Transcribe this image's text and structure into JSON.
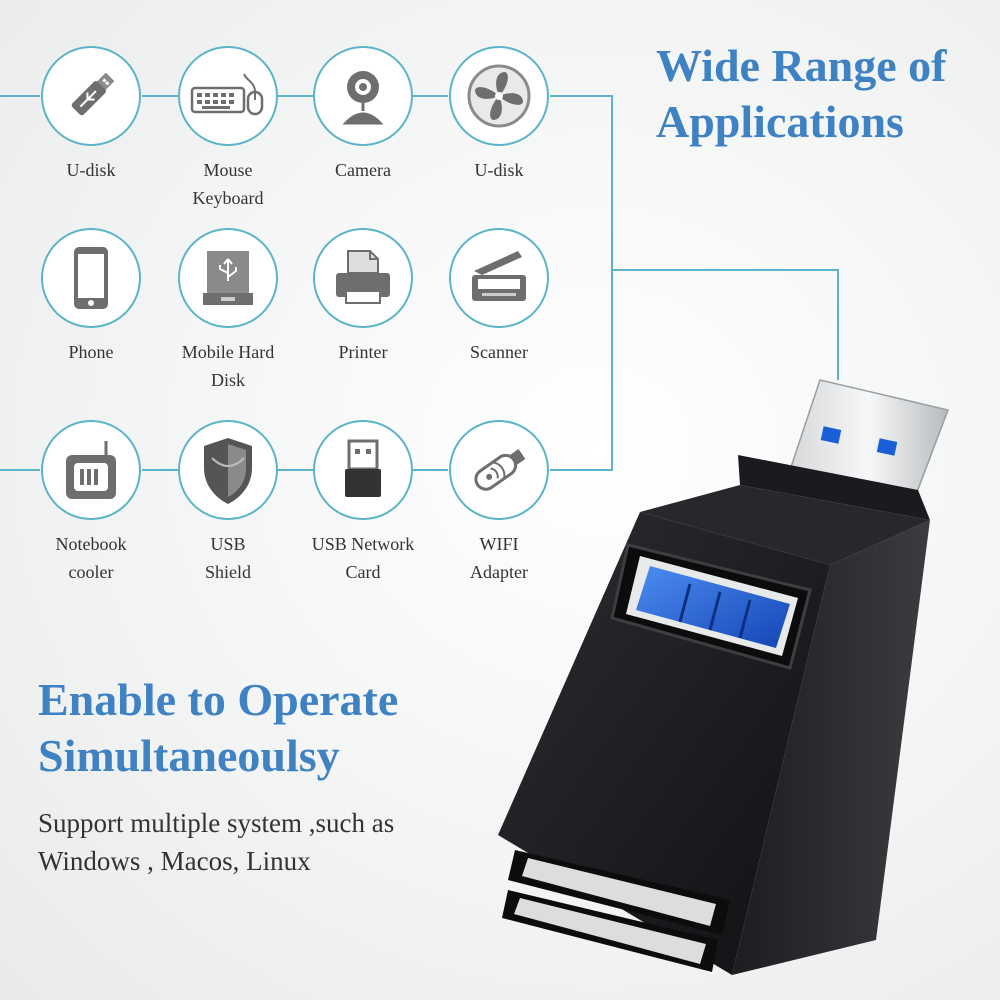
{
  "headline_top": "Wide Range of\nApplications",
  "headline_bottom": "Enable to Operate\nSimultaneoulsy",
  "subtext": "Support multiple system ,such as Windows , Macos, Linux",
  "colors": {
    "accent": "#3f82c4",
    "line": "#5bb4c9",
    "icon": "#6e6e6e"
  },
  "icons": [
    {
      "name": "usb-stick-icon",
      "label": "U-disk"
    },
    {
      "name": "keyboard-mouse-icon",
      "label": "Mouse\nKeyboard"
    },
    {
      "name": "webcam-icon",
      "label": "Camera"
    },
    {
      "name": "fan-icon",
      "label": "U-disk"
    },
    {
      "name": "phone-icon",
      "label": "Phone"
    },
    {
      "name": "hard-disk-icon",
      "label": "Mobile Hard\nDisk"
    },
    {
      "name": "printer-icon",
      "label": "Printer"
    },
    {
      "name": "scanner-icon",
      "label": "Scanner"
    },
    {
      "name": "cooler-icon",
      "label": "Notebook\ncooler"
    },
    {
      "name": "shield-icon",
      "label": "USB\nShield"
    },
    {
      "name": "network-card-icon",
      "label": "USB Network\nCard"
    },
    {
      "name": "wifi-adapter-icon",
      "label": "WIFI\nAdapter"
    }
  ]
}
